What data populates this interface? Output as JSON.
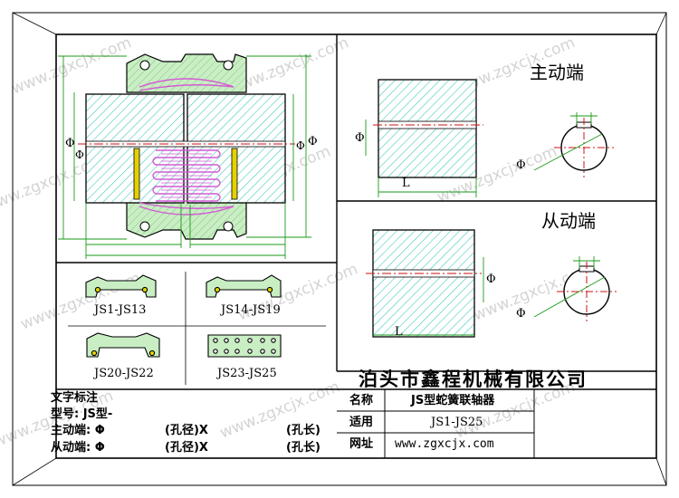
{
  "watermark": "www.zgxcjx.com",
  "drive_end": {
    "title": "主动端",
    "diameter_symbol": "Φ",
    "length_symbol": "L"
  },
  "driven_end": {
    "title": "从动端",
    "diameter_symbol": "Φ",
    "length_symbol": "L"
  },
  "main_view": {
    "diameter_symbol": "Φ"
  },
  "variants": [
    {
      "label": "JS1-JS13"
    },
    {
      "label": "JS14-JS19"
    },
    {
      "label": "JS20-JS22"
    },
    {
      "label": "JS23-JS25"
    }
  ],
  "annotation": {
    "heading": "文字标注",
    "model_line": "型号: JS型-",
    "drive_line": "主动端: Φ",
    "driven_line": "从动端: Φ",
    "bore_dia": "(孔径)X",
    "bore_len": "(孔长)"
  },
  "title_block": {
    "company": "泊头市鑫程机械有限公司",
    "rows": [
      {
        "key": "名称",
        "value": "JS型蛇簧联轴器"
      },
      {
        "key": "适用",
        "value": "JS1-JS25"
      },
      {
        "key": "网址",
        "value": "www.zgxcjx.com"
      }
    ]
  },
  "colors": {
    "line": "#000000",
    "dimension": "#1a9b1a",
    "hatch": "#33c6b8",
    "housing_fill": "#c9eec4",
    "spring": "#d45ad4",
    "bolt": "#e4d100",
    "centerline": "#cc1111"
  }
}
